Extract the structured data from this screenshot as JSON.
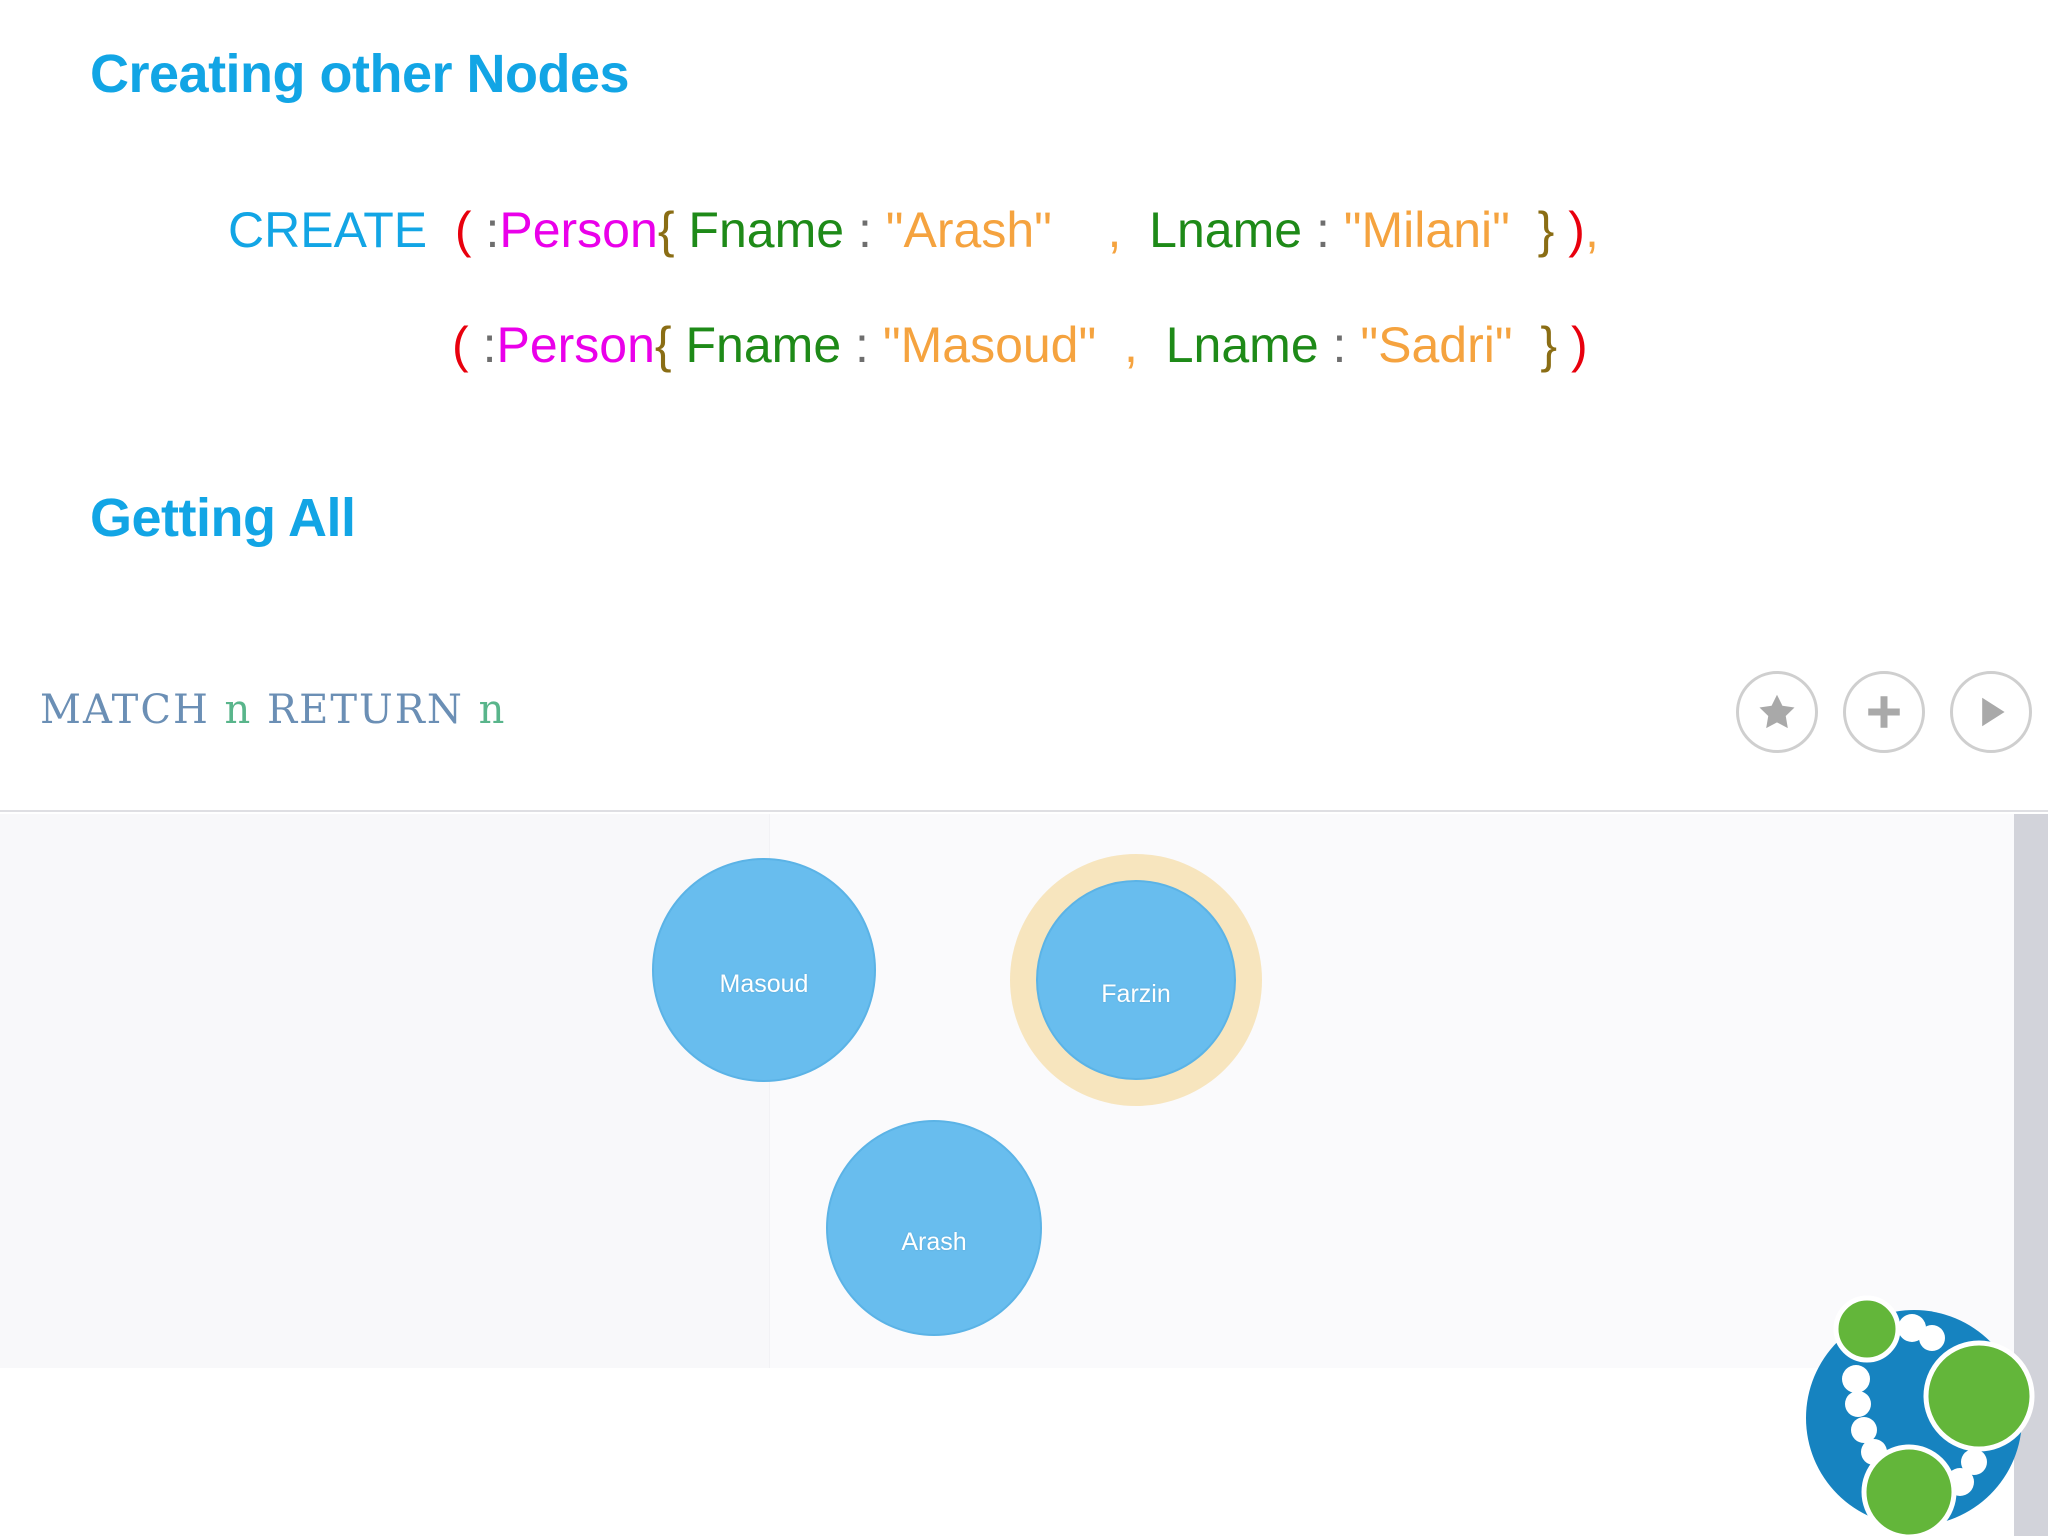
{
  "slide": {
    "headings": {
      "creating": "Creating other Nodes",
      "getting": "Getting All"
    },
    "colors": {
      "heading": "#12a5e5",
      "keyword": "#12a5e5",
      "paren": "#e8000d",
      "label": "#ea00ea",
      "brace": "#8a6d14",
      "property": "#1e8a18",
      "string": "#f5a33f",
      "colon": "#6e6e6e",
      "node_fill": "#68bdee",
      "node_selected_ring": "#f6deaa",
      "panel_background": "#fafafc",
      "scrollbar": "#d2d3da",
      "logo_blue": "#1683c0",
      "logo_green": "#63b63a"
    }
  },
  "cypher_create": {
    "line1": {
      "keyword": "CREATE",
      "open_paren": "(",
      "colon1": ":",
      "label": "Person",
      "open_brace": "{",
      "prop1": "Fname",
      "colon2": ":",
      "value1": "\"Arash\"",
      "comma": ",",
      "prop2": "Lname",
      "colon3": ":",
      "value2": "\"Milani\"",
      "close_brace": "}",
      "close_paren": ")",
      "trailing_comma": ","
    },
    "line2": {
      "open_paren": "(",
      "colon1": ":",
      "label": "Person",
      "open_brace": "{",
      "prop1": "Fname",
      "colon2": ":",
      "value1": "\"Masoud\"",
      "comma": ",",
      "prop2": "Lname",
      "colon3": ":",
      "value2": "\"Sadri\"",
      "close_brace": "}",
      "close_paren": ")"
    }
  },
  "editor": {
    "query": {
      "kw1": "MATCH",
      "var1": "n",
      "kw2": "RETURN",
      "var2": "n",
      "full": "MATCH n RETURN n"
    },
    "actions": [
      {
        "name": "favorite-button",
        "icon": "star-icon",
        "label": "Favorite"
      },
      {
        "name": "add-button",
        "icon": "plus-icon",
        "label": "Add"
      },
      {
        "name": "run-button",
        "icon": "play-icon",
        "label": "Run"
      }
    ]
  },
  "graph": {
    "nodes": [
      {
        "id": "masoud",
        "label": "Masoud",
        "selected": false
      },
      {
        "id": "farzin",
        "label": "Farzin",
        "selected": true
      },
      {
        "id": "arash",
        "label": "Arash",
        "selected": false
      }
    ]
  },
  "branding": {
    "logo": "neo4j-logo"
  }
}
